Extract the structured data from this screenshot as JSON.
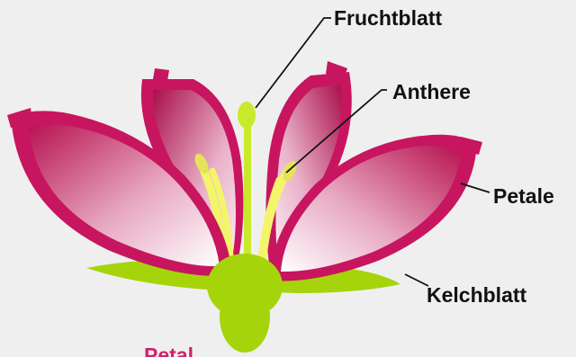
{
  "labels": {
    "fruchtblatt": "Fruchtblatt",
    "anthere": "Anthere",
    "petale": "Petale",
    "kelchblatt": "Kelchblatt",
    "bottom_partial": "Petal"
  },
  "colors": {
    "background": "#efefef",
    "petal_outer": "#c8155f",
    "petal_inner_dark": "#a8134f",
    "petal_light": "#ffffff",
    "sepal": "#a6d40a",
    "stamen": "#f4f56a",
    "carpel": "#c9ea2c",
    "label_text": "#111111",
    "label_pink": "#d21f6e"
  }
}
